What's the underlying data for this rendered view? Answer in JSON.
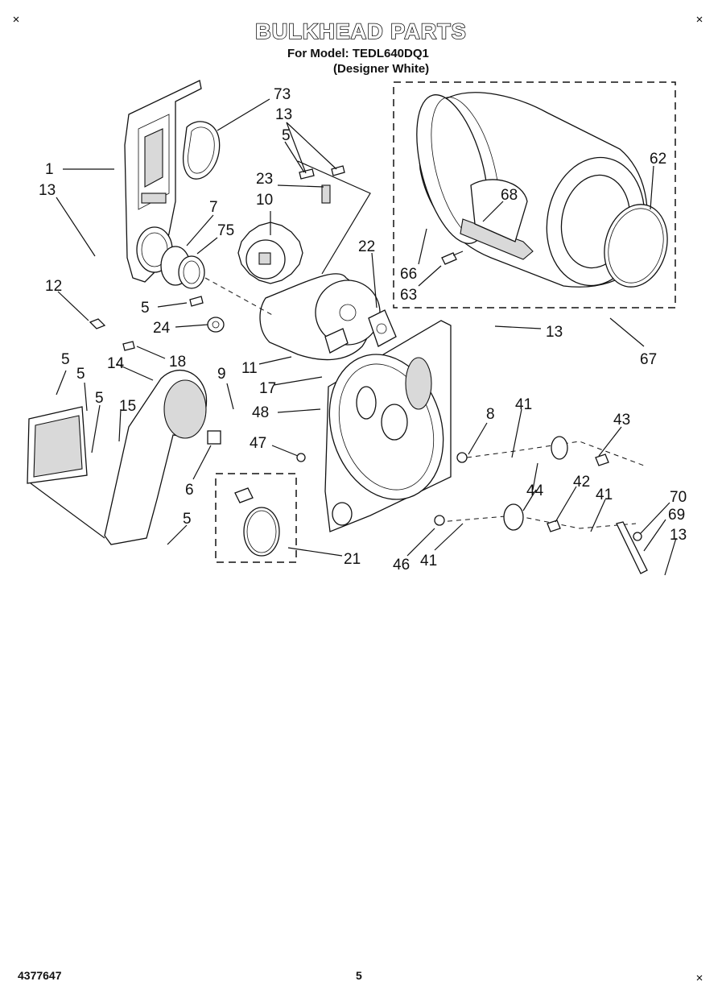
{
  "header": {
    "title": "BULKHEAD PARTS",
    "model_line": "For Model: TEDL640DQ1",
    "finish_line": "(Designer White)"
  },
  "callouts": [
    {
      "id": "c73",
      "text": "73"
    },
    {
      "id": "c13a",
      "text": "13"
    },
    {
      "id": "c5a",
      "text": "5"
    },
    {
      "id": "c1",
      "text": "1"
    },
    {
      "id": "c13b",
      "text": "13"
    },
    {
      "id": "c23",
      "text": "23"
    },
    {
      "id": "c10",
      "text": "10"
    },
    {
      "id": "c7",
      "text": "7"
    },
    {
      "id": "c75",
      "text": "75"
    },
    {
      "id": "c62",
      "text": "62"
    },
    {
      "id": "c68",
      "text": "68"
    },
    {
      "id": "c22",
      "text": "22"
    },
    {
      "id": "c66",
      "text": "66"
    },
    {
      "id": "c63",
      "text": "63"
    },
    {
      "id": "c12",
      "text": "12"
    },
    {
      "id": "c5b",
      "text": "5"
    },
    {
      "id": "c24",
      "text": "24"
    },
    {
      "id": "c13c",
      "text": "13"
    },
    {
      "id": "c67",
      "text": "67"
    },
    {
      "id": "c5c",
      "text": "5"
    },
    {
      "id": "c14",
      "text": "14"
    },
    {
      "id": "c18",
      "text": "18"
    },
    {
      "id": "c11",
      "text": "11"
    },
    {
      "id": "c9",
      "text": "9"
    },
    {
      "id": "c17",
      "text": "17"
    },
    {
      "id": "c5d",
      "text": "5"
    },
    {
      "id": "c15",
      "text": "15"
    },
    {
      "id": "c5e",
      "text": "5"
    },
    {
      "id": "c48",
      "text": "48"
    },
    {
      "id": "c8",
      "text": "8"
    },
    {
      "id": "c41a",
      "text": "41"
    },
    {
      "id": "c43",
      "text": "43"
    },
    {
      "id": "c47",
      "text": "47"
    },
    {
      "id": "c6",
      "text": "6"
    },
    {
      "id": "c44",
      "text": "44"
    },
    {
      "id": "c42",
      "text": "42"
    },
    {
      "id": "c41b",
      "text": "41"
    },
    {
      "id": "c70",
      "text": "70"
    },
    {
      "id": "c69",
      "text": "69"
    },
    {
      "id": "c5f",
      "text": "5"
    },
    {
      "id": "c13d",
      "text": "13"
    },
    {
      "id": "c21",
      "text": "21"
    },
    {
      "id": "c46",
      "text": "46"
    },
    {
      "id": "c41c",
      "text": "41"
    }
  ],
  "footer": {
    "doc_number": "4377647",
    "page_number": "5"
  }
}
